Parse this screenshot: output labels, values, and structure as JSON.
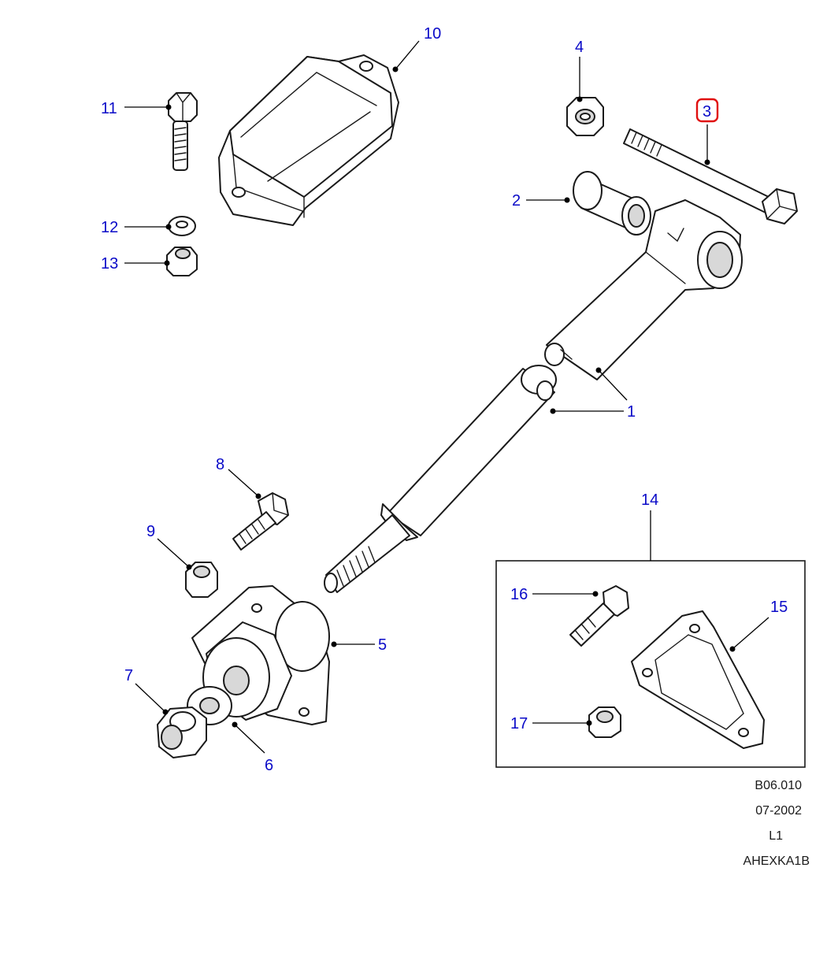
{
  "callouts": {
    "c1": "1",
    "c2": "2",
    "c3": "3",
    "c4": "4",
    "c5": "5",
    "c6": "6",
    "c7": "7",
    "c8": "8",
    "c9": "9",
    "c10": "10",
    "c11": "11",
    "c12": "12",
    "c13": "13",
    "c14": "14",
    "c15": "15",
    "c16": "16",
    "c17": "17"
  },
  "highlighted_callout": "3",
  "caption": {
    "ref": "B06.010",
    "date": "07-2002",
    "level": "L1",
    "code": "AHEXKA1B"
  },
  "colors": {
    "callout_text": "#0a0ac8",
    "highlight": "#e01010",
    "line_art": "#1a1a1a"
  }
}
